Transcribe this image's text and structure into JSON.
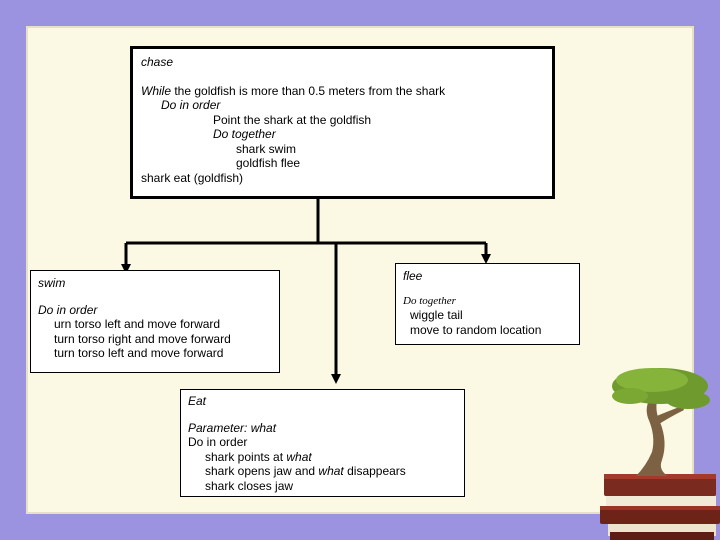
{
  "chase": {
    "title": "chase",
    "line1_keyword": "While",
    "line1_rest": " the goldfish is more than 0.5 meters from the shark",
    "line2": "Do in order",
    "line3": "Point the shark at the goldfish",
    "line4": "Do together",
    "line5": "shark swim",
    "line6": "goldfish flee",
    "line7": "shark eat (goldfish)"
  },
  "swim": {
    "title": "swim",
    "line1": "Do in order",
    "line2": "urn torso left and move forward",
    "line3": "turn torso right and move forward",
    "line4": "turn torso left and move forward"
  },
  "flee": {
    "title": "flee",
    "line1": "Do together",
    "line2": "wiggle tail",
    "line3": "move to random location"
  },
  "eat": {
    "title": "Eat",
    "param_label": "Parameter: what",
    "line1": "Do in order",
    "line2_prefix": "shark points at ",
    "line2_what": "what",
    "line3_prefix": "shark opens jaw and ",
    "line3_what": "what",
    "line3_suffix": " disappears",
    "line4": "shark closes jaw"
  }
}
